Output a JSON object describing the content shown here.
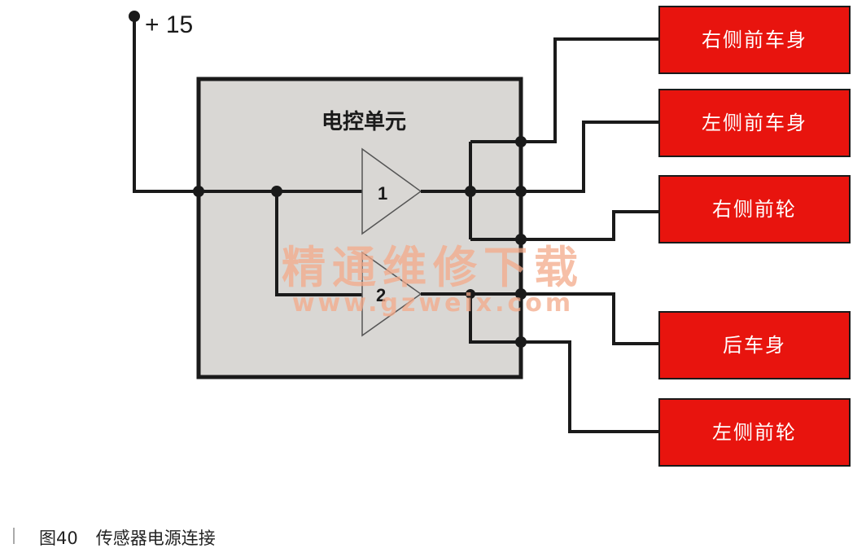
{
  "supply": {
    "label": "+ 15"
  },
  "ecu": {
    "title": "电控单元",
    "amplifiers": [
      "1",
      "2"
    ]
  },
  "sensors": [
    {
      "label": "右侧前车身"
    },
    {
      "label": "左侧前车身"
    },
    {
      "label": "右侧前轮"
    },
    {
      "label": "后车身"
    },
    {
      "label": "左侧前轮"
    }
  ],
  "watermark": {
    "text": "精通维修下载",
    "url": "www.gzweix.com"
  },
  "caption": {
    "figure": "图40",
    "title": "传感器电源连接"
  },
  "colors": {
    "sensor_fill": "#e8140e",
    "ecu_fill": "#d9d7d4",
    "wire": "#1a1a1a",
    "watermark": "#f3a98a"
  }
}
